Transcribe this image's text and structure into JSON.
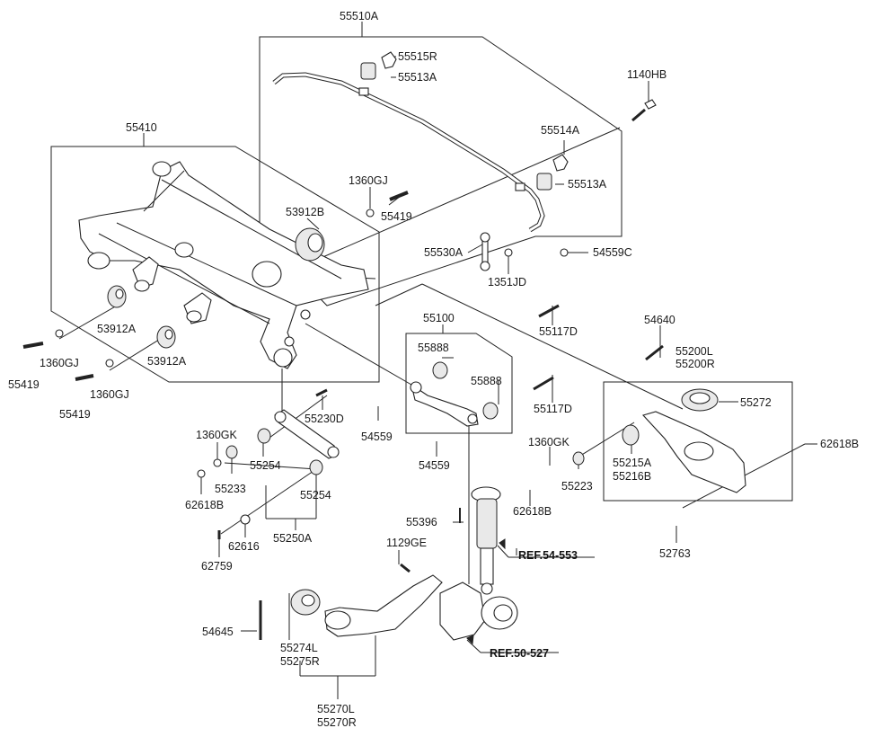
{
  "labels": {
    "l55510A": "55510A",
    "l55515R": "55515R",
    "l55513A_top": "55513A",
    "l1140HB": "1140HB",
    "l55514A": "55514A",
    "l55513A_mid": "55513A",
    "l55410": "55410",
    "l1360GJ_top": "1360GJ",
    "l53912B": "53912B",
    "l55419_top": "55419",
    "l55530A": "55530A",
    "l54559C": "54559C",
    "l1351JD": "1351JD",
    "l55100": "55100",
    "l55117D_top": "55117D",
    "l54640": "54640",
    "l55200L": "55200L",
    "l55200R": "55200R",
    "l53912A_1": "53912A",
    "l1360GJ_left": "1360GJ",
    "l55419_left": "55419",
    "l53912A_2": "53912A",
    "l55419_left2": "55419",
    "l1360GJ_left2": "1360GJ",
    "l55888_top": "55888",
    "l55888_mid": "55888",
    "l55117D_mid": "55117D",
    "l55272": "55272",
    "l62618B_right": "62618B",
    "l55230D": "55230D",
    "l54559_left": "54559",
    "l54559_bottom": "54559",
    "l1360GK_left": "1360GK",
    "l1360GK_mid": "1360GK",
    "l55215A": "55215A",
    "l55216B": "55216B",
    "l55223": "55223",
    "l55254_top": "55254",
    "l55233": "55233",
    "l62618B_left": "62618B",
    "l55254_bottom": "55254",
    "l62618B_mid": "62618B",
    "l55396": "55396",
    "l55250A": "55250A",
    "l62616": "62616",
    "l62759": "62759",
    "l52763": "52763",
    "l1129GE": "1129GE",
    "l54645": "54645",
    "l55274L": "55274L",
    "l55275R": "55275R",
    "l55270L": "55270L",
    "l55270R": "55270R"
  },
  "references": {
    "ref_top": "REF.54-553",
    "ref_bottom": "REF.50-527"
  }
}
